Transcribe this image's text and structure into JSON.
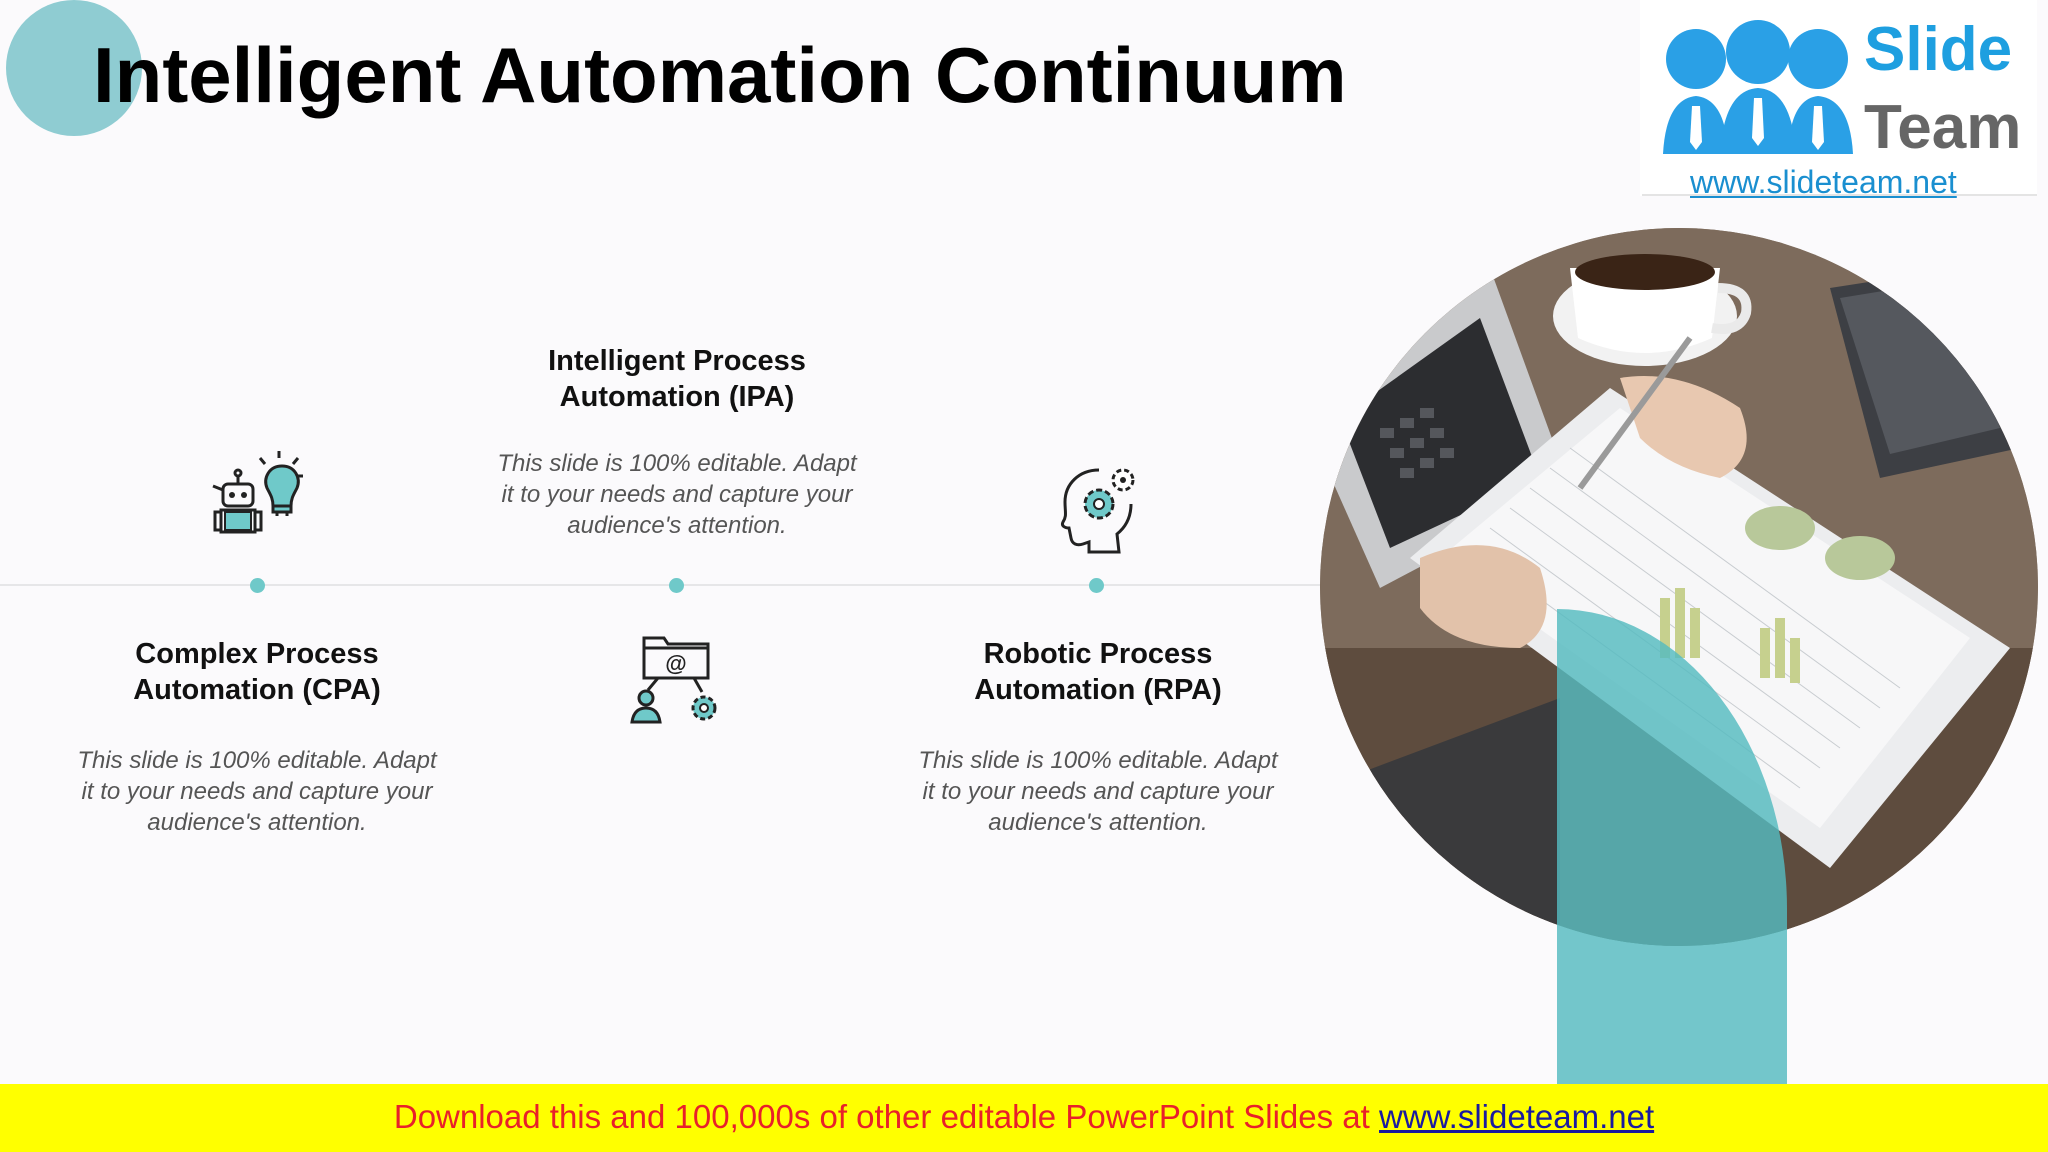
{
  "slide": {
    "title": "Intelligent Automation Continuum"
  },
  "logo": {
    "word1": "Slide",
    "word2": "Team",
    "url": "www.slideteam.net"
  },
  "items": [
    {
      "title_line1": "Complex Process",
      "title_line2": "Automation (CPA)",
      "desc_line1": "This slide is 100% editable. Adapt",
      "desc_line2": "it to your needs and capture your",
      "desc_line3": "audience's attention.",
      "icon": "robot-lightbulb-icon"
    },
    {
      "title_line1": "Intelligent Process",
      "title_line2": "Automation (IPA)",
      "desc_line1": "This slide is 100% editable. Adapt",
      "desc_line2": "it to your needs and capture your",
      "desc_line3": "audience's attention.",
      "icon": "email-folder-user-gear-icon"
    },
    {
      "title_line1": "Robotic Process",
      "title_line2": "Automation (RPA)",
      "desc_line1": "This slide is 100% editable. Adapt",
      "desc_line2": "it to your needs and capture your",
      "desc_line3": "audience's attention.",
      "icon": "head-gears-icon"
    }
  ],
  "footer": {
    "text": "Download this and 100,000s of other editable PowerPoint Slides at ",
    "link": "www.slideteam.net"
  },
  "colors": {
    "accent": "#6fc9c9",
    "footer_bg": "#ffff00",
    "footer_text": "#e8202a"
  }
}
